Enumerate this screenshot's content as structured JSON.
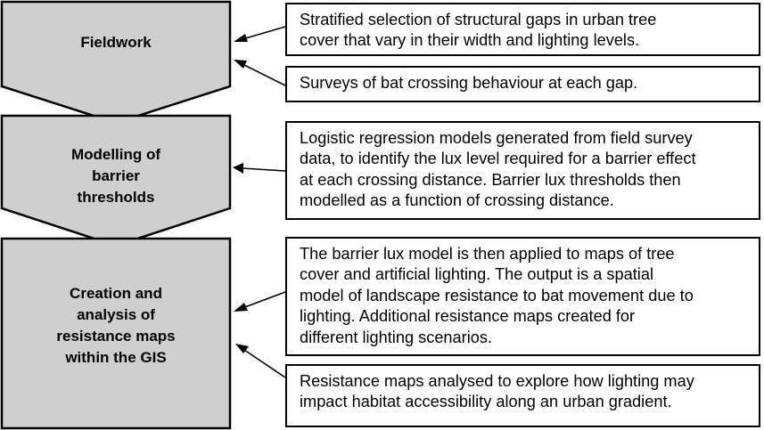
{
  "stages": [
    {
      "label": "Fieldwork"
    },
    {
      "label": "Modelling of\nbarrier\nthresholds"
    },
    {
      "label": "Creation and\nanalysis of\nresistance maps\nwithin the GIS"
    }
  ],
  "boxes": [
    {
      "text": "Stratified selection of structural gaps in urban tree\ncover that vary in their width and lighting levels."
    },
    {
      "text": "Surveys of bat crossing behaviour at each gap."
    },
    {
      "text": "Logistic regression models generated from field survey\ndata, to identify the lux level required for a barrier effect\nat each crossing distance. Barrier lux thresholds then\nmodelled as a function of crossing distance."
    },
    {
      "text": "The barrier lux model is then applied to maps of tree\ncover and artificial lighting.  The output is a spatial\nmodel of landscape resistance to bat movement due to\nlighting.  Additional resistance maps created for\ndifferent lighting scenarios."
    },
    {
      "text": "Resistance maps analysed to explore how lighting may\nimpact habitat accessibility along an urban gradient."
    }
  ]
}
